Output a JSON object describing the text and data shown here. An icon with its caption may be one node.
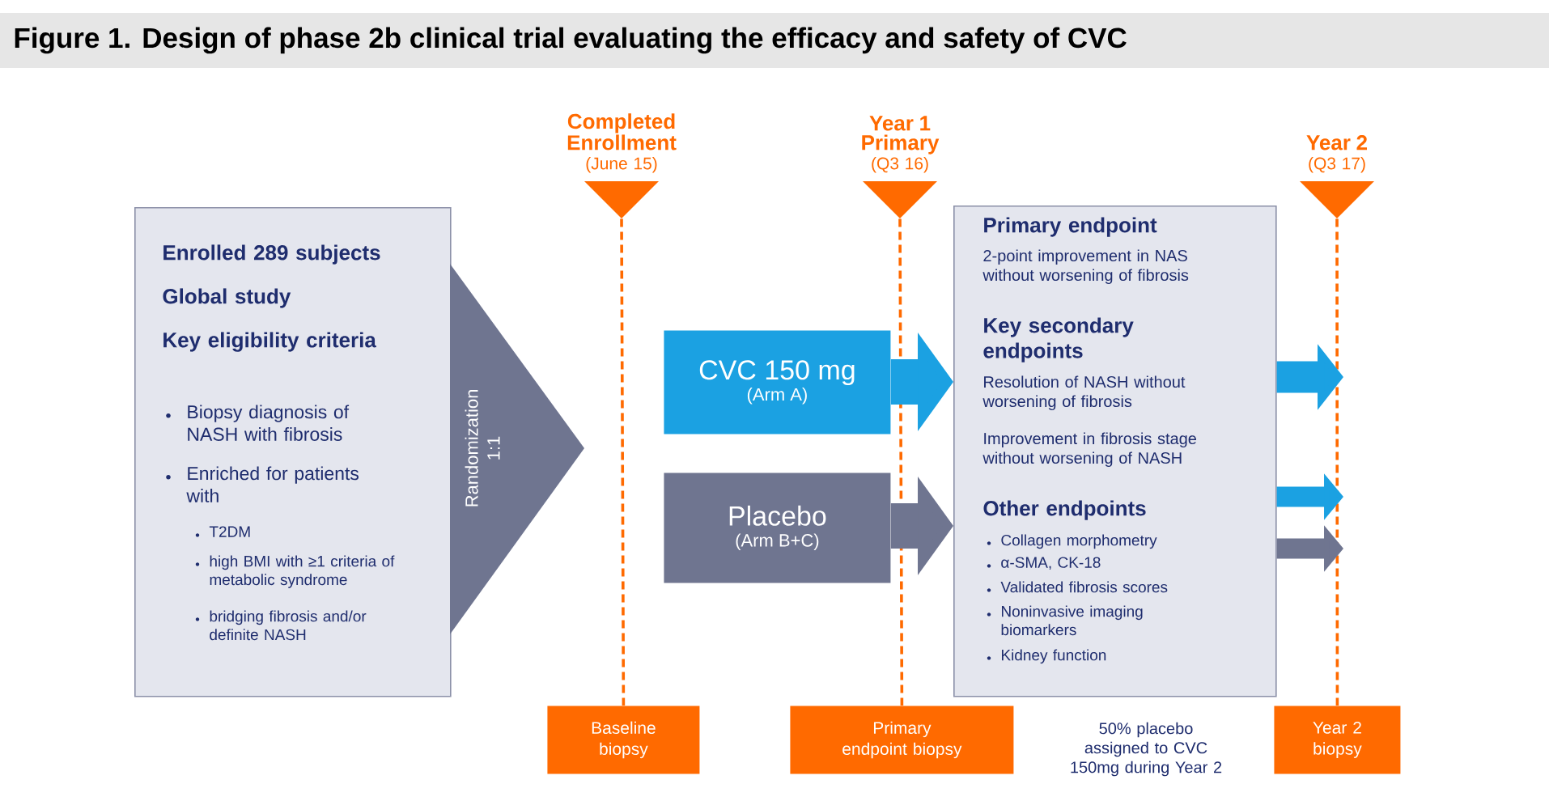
{
  "diagram": {
    "title": "Figure 1. Design of phase 2b clinical trial evaluating the efficacy and safety of CVC",
    "nodes": [
      {
        "text": [
          "Enrolled 289 subjects",
          "Global study",
          "Key eligibility criteria",
          "Biopsy diagnosis of NASH with fibrosis",
          "Enriched for patients with",
          "T2DM",
          "high BMI with ≥1 criteria of metabolic syndrome",
          "bridging fibrosis and/or definite NASH"
        ]
      },
      {
        "text": [
          "Randomization 1:1"
        ]
      },
      {
        "text": [
          "CVC 150 mg",
          "(Arm A)"
        ]
      },
      {
        "text": [
          "Placebo",
          "(Arm B+C)"
        ]
      },
      {
        "text": [
          "Primary endpoint",
          "2-point improvement in NAS without worsening of fibrosis",
          "Key secondary endpoints",
          "Resolution of NASH without worsening of fibrosis",
          "Improvement in fibrosis stage without worsening of NASH",
          "Other endpoints",
          "Collagen morphometry",
          "α-SMA, CK-18",
          "Validated fibrosis scores",
          "Noninvasive imaging biomarkers",
          "Kidney function"
        ]
      },
      {
        "text": [
          "Completed Enrollment",
          "(June 15)"
        ]
      },
      {
        "text": [
          "Year 1 Primary",
          "(Q3 16)"
        ]
      },
      {
        "text": [
          "Year 2",
          "(Q3 17)"
        ]
      },
      {
        "text": [
          "Baseline biopsy"
        ]
      },
      {
        "text": [
          "Primary endpoint biopsy"
        ]
      },
      {
        "text": [
          "Year 2 biopsy"
        ]
      }
    ],
    "edges": [
      {
        "from": 5,
        "to": 8,
        "arrow": "none",
        "style": "dashed",
        "color": "#ff6a00"
      },
      {
        "from": 6,
        "to": 9,
        "arrow": "none",
        "style": "dashed",
        "color": "#ff6a00"
      },
      {
        "from": 7,
        "to": 10,
        "arrow": "none",
        "style": "dashed",
        "color": "#ff6a00"
      },
      {
        "from": 2,
        "to": 4,
        "arrow": "to",
        "style": "thick",
        "color": "#1ba1e2"
      },
      {
        "from": 3,
        "to": 4,
        "arrow": "to",
        "style": "thick",
        "color": "#6f7590"
      },
      {
        "from": 4,
        "to": null,
        "arrow": "to",
        "color": "#1ba1e2"
      },
      {
        "from": 4,
        "to": null,
        "arrow": "to",
        "color": "#1ba1e2"
      },
      {
        "from": 4,
        "to": null,
        "arrow": "to",
        "color": "#6f7590"
      }
    ],
    "labels": [
      "50% placebo assigned to CVC 150mg during Year 2"
    ]
  }
}
